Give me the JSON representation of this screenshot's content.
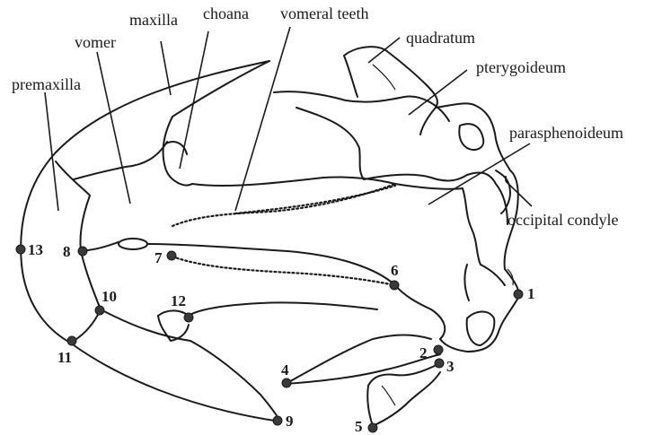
{
  "labels": {
    "maxilla": "maxilla",
    "choana": "choana",
    "vomeral_teeth": "vomeral teeth",
    "quadratum": "quadratum",
    "vomer": "vomer",
    "pterygoideum": "pterygoideum",
    "premaxilla": "premaxilla",
    "parasphenoideum": "parasphenoideum",
    "occipital_condyle": "occipital condyle"
  },
  "landmarks": [
    "1",
    "2",
    "3",
    "4",
    "5",
    "6",
    "7",
    "8",
    "9",
    "10",
    "11",
    "12",
    "13"
  ]
}
